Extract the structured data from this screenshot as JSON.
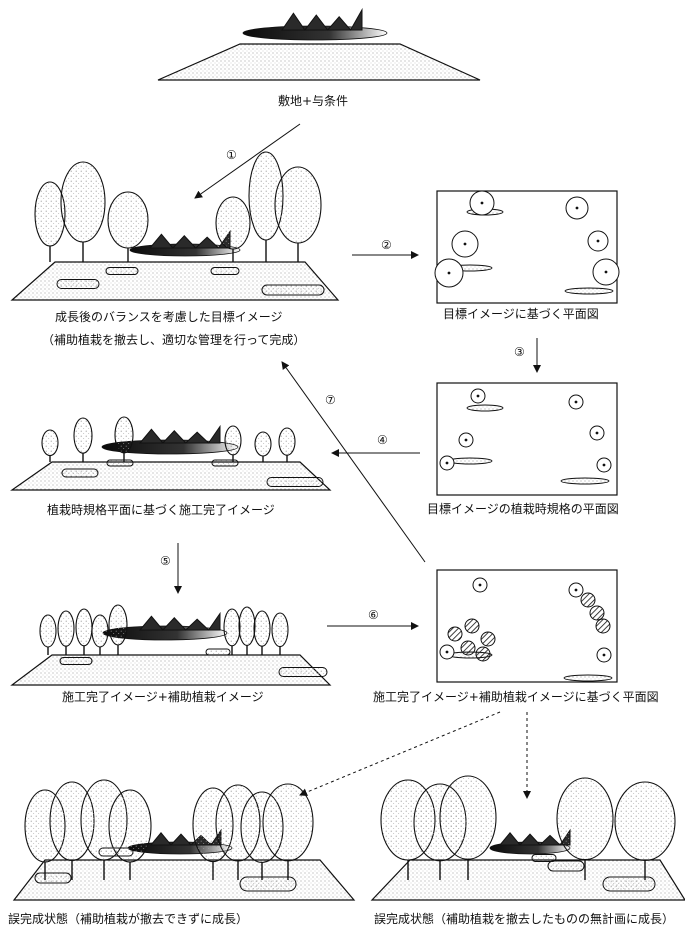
{
  "captions": {
    "site": "敷地+与条件",
    "target_image": "成長後のバランスを考慮した目標イメージ",
    "target_note": "（補助植栽を撤去し、適切な管理を行って完成）",
    "plan_target": "目標イメージに基づく平面図",
    "plan_planting": "目標イメージの植栽時規格の平面図",
    "completion": "植栽時規格平面に基づく施工完了イメージ",
    "completion_aux": "施工完了イメージ+補助植栽イメージ",
    "plan_aux": "施工完了イメージ+補助植栽イメージに基づく平面図",
    "fail_1": "誤完成状態（補助植栽が撤去できずに成長）",
    "fail_2": "誤完成状態（補助植栽を撤去したものの無計画に成長）"
  },
  "steps": [
    "①",
    "②",
    "③",
    "④",
    "⑤",
    "⑥",
    "⑦"
  ],
  "colors": {
    "ink": "#111111",
    "paper": "#ffffff",
    "stipple": "#9a9a9a"
  }
}
